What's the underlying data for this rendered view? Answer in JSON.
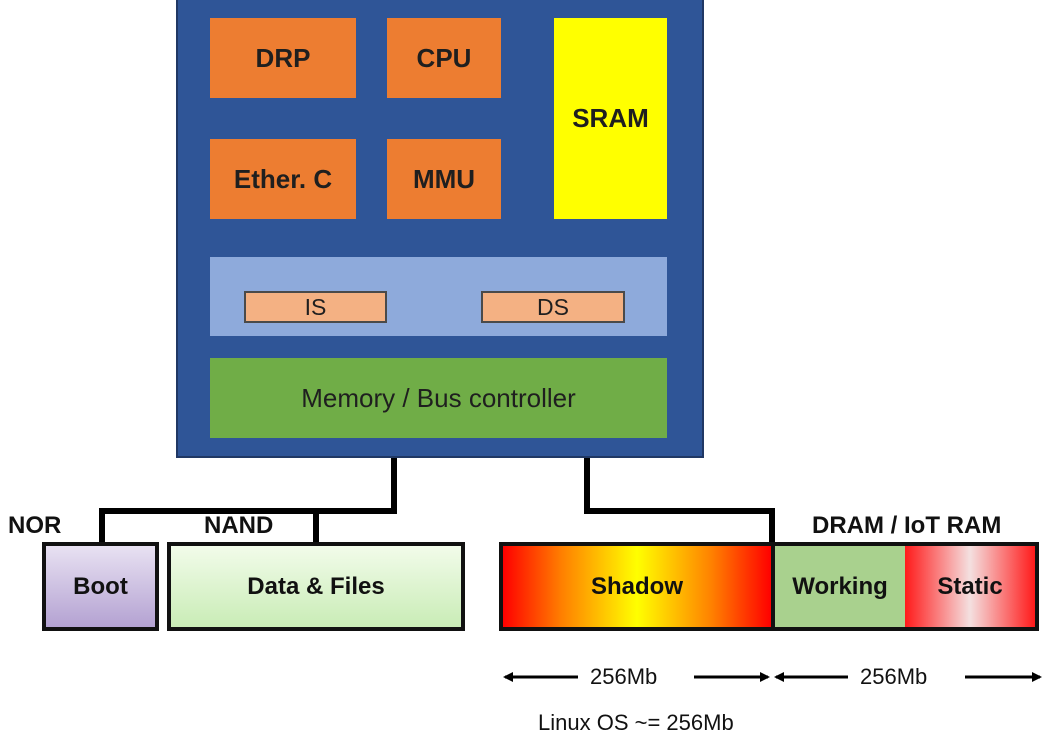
{
  "chip": {
    "drp": "DRP",
    "cpu": "CPU",
    "sram": "SRAM",
    "ether": "Ether. C",
    "mmu": "MMU",
    "is": "IS",
    "ds": "DS",
    "memory_controller": "Memory / Bus controller"
  },
  "storage": {
    "nor_label": "NOR",
    "nand_label": "NAND",
    "dram_label": "DRAM / IoT RAM",
    "boot": "Boot",
    "data_files": "Data & Files",
    "shadow": "Shadow",
    "working": "Working",
    "static": "Static"
  },
  "annotations": {
    "size_left": "256Mb",
    "size_right": "256Mb",
    "linux_os": "Linux OS ~= 256Mb"
  },
  "colors": {
    "chip_blue": "#2f5597",
    "block_orange": "#ed7d31",
    "sram_yellow": "#ffff00",
    "cache_bar": "#8eaadb",
    "cache_block": "#f4b183",
    "controller_green": "#70ad47",
    "boot_purple": "#c4b5dd",
    "nand_green": "#d4f0c4",
    "working_green": "#a9d18e",
    "shadow_red": "#ff0000",
    "shadow_yellow": "#ffff00",
    "static_red": "#ff0000"
  }
}
